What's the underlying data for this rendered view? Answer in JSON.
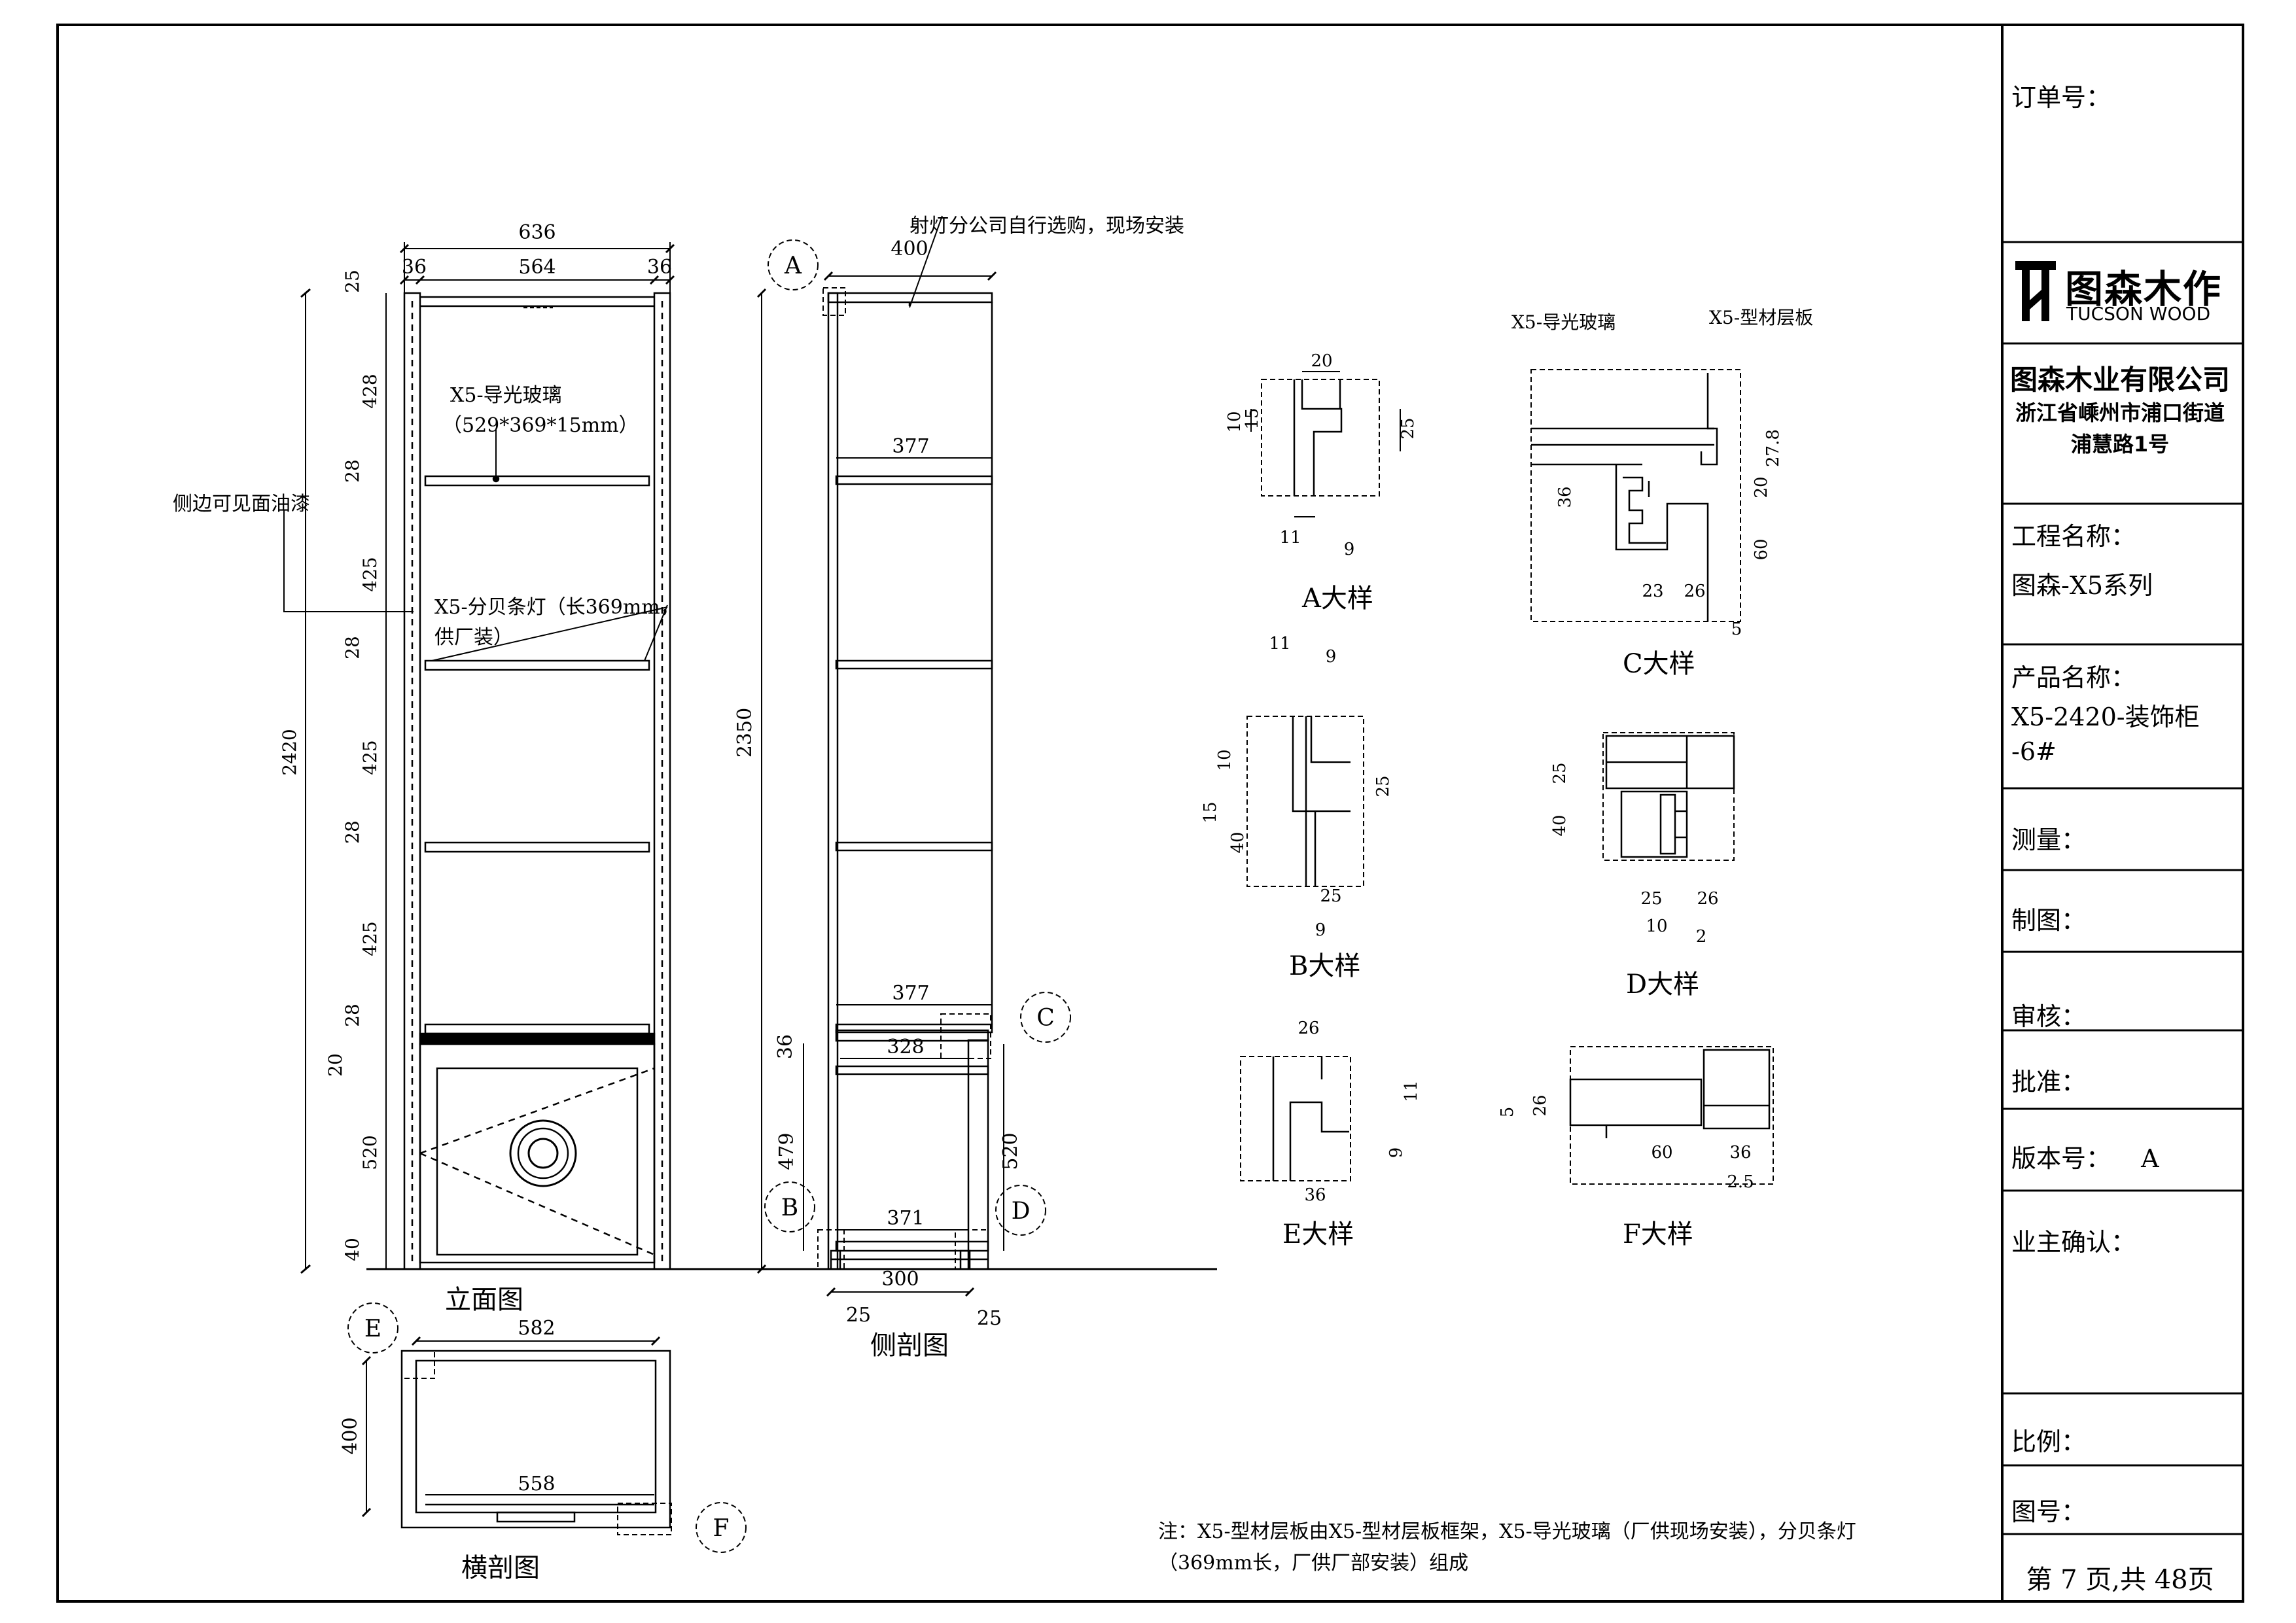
{
  "title_block": {
    "order_no_label": "订单号：",
    "logo_cn": "图森木作",
    "logo_en": "TUCSON WOOD",
    "company_name": "图森木业有限公司",
    "company_address_line1": "浙江省嵊州市浦口街道",
    "company_address_line2": "浦慧路1号",
    "project_label": "工程名称：",
    "project_value": "图森-X5系列",
    "product_label": "产品名称：",
    "product_value_line1": "X5-2420-装饰柜",
    "product_value_line2": "-6#",
    "measure_label": "测量：",
    "draw_label": "制图：",
    "review_label": "审核：",
    "approve_label": "批准：",
    "version_label": "版本号：",
    "version_value": "A",
    "owner_confirm_label": "业主确认：",
    "scale_label": "比例：",
    "drawing_no_label": "图号：",
    "page_info": "第 7 页,共 48页"
  },
  "elevation": {
    "title": "立面图",
    "dims": {
      "total_width": "636",
      "inner_width": "564",
      "side_left": "36",
      "side_right": "36",
      "total_height": "2420",
      "left_stack": [
        "25",
        "428",
        "28",
        "425",
        "28",
        "425",
        "28",
        "425",
        "28",
        "20",
        "520",
        "40"
      ]
    },
    "labels": {
      "glass": "X5-导光玻璃",
      "glass_size": "（529*369*15mm）",
      "side_paint": "侧边可见面油漆",
      "light_strip_line1": "X5-分贝条灯（长369mm，",
      "light_strip_line2": "供厂装）"
    }
  },
  "side_section": {
    "title": "侧剖图",
    "spotlight_note": "射灯分公司自行选购，现场安装",
    "dims": {
      "top_depth": "400",
      "shelf_depth_1": "377",
      "shelf_depth_2": "377",
      "total_height": "2350",
      "upper_box": "36",
      "inner_328": "328",
      "cabinet_height_left": "479",
      "cabinet_height_right": "520",
      "bottom_371": "371",
      "foot_width": "300",
      "foot_left": "25",
      "foot_right": "25"
    },
    "callouts": [
      "A",
      "B",
      "C",
      "D"
    ]
  },
  "plan_section": {
    "title": "横剖图",
    "dims": {
      "outer_width": "582",
      "inner_width": "558",
      "depth": "400"
    },
    "callouts": [
      "E",
      "F"
    ]
  },
  "details": {
    "A": {
      "title": "A大样",
      "dims": [
        "20",
        "10",
        "15",
        "25",
        "11",
        "9"
      ]
    },
    "B": {
      "title": "B大样",
      "dims": [
        "11",
        "9",
        "10",
        "15",
        "40",
        "25",
        "25",
        "9"
      ]
    },
    "C": {
      "title": "C大样",
      "dims": [
        "36",
        "20",
        "27.8",
        "60",
        "23",
        "26",
        "5"
      ],
      "labels": [
        "X5-导光玻璃",
        "X5-型材层板"
      ]
    },
    "D": {
      "title": "D大样",
      "dims": [
        "25",
        "40",
        "25",
        "26",
        "10",
        "2"
      ]
    },
    "E": {
      "title": "E大样",
      "dims": [
        "26",
        "11",
        "9",
        "36"
      ]
    },
    "F": {
      "title": "F大样",
      "dims": [
        "5",
        "26",
        "60",
        "36",
        "2.5"
      ]
    }
  },
  "note": {
    "line1": "注：X5-型材层板由X5-型材层板框架，X5-导光玻璃（厂供现场安装），分贝条灯",
    "line2": "（369mm长，厂供厂部安装）组成"
  }
}
